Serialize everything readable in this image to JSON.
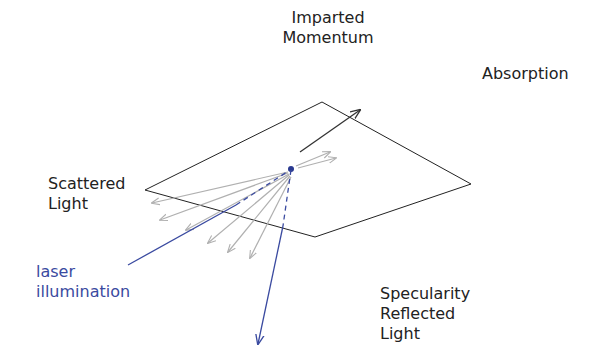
{
  "diagram": {
    "labels": [
      "Imparted Momentum",
      "Absorption",
      "Scattered Light",
      "laser illumination",
      "Specularity Reflected Light"
    ]
  }
}
